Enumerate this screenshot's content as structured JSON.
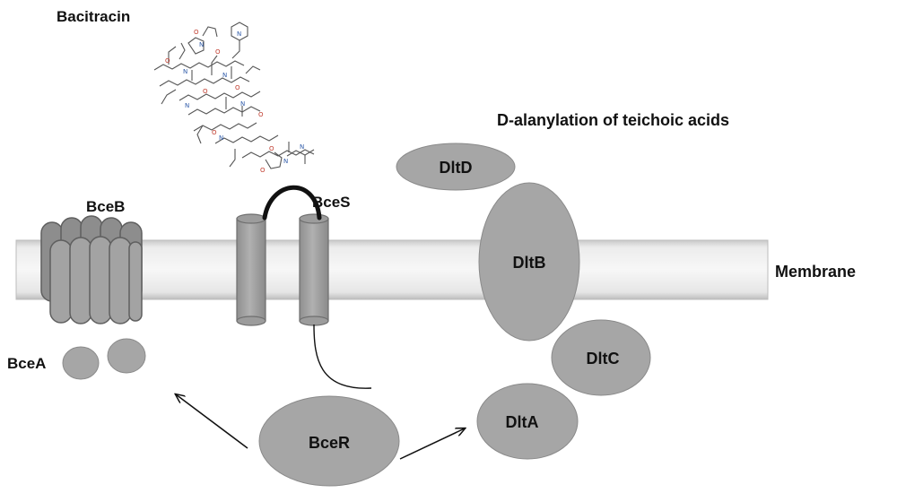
{
  "labels": {
    "bacitracin": "Bacitracin",
    "dlt_title": "D-alanylation of teichoic acids",
    "bceB": "BceB",
    "bceS": "BceS",
    "bceA": "BceA",
    "bceR": "BceR",
    "membrane": "Membrane",
    "dltD": "DltD",
    "dltB": "DltB",
    "dltC": "DltC",
    "dltA": "DltA"
  },
  "colors": {
    "protein_fill": "#a6a6a6",
    "protein_stroke": "#6b6b6b",
    "membrane_light": "#f2f2f2",
    "membrane_dark": "#c9c9c9",
    "line": "#111111"
  }
}
